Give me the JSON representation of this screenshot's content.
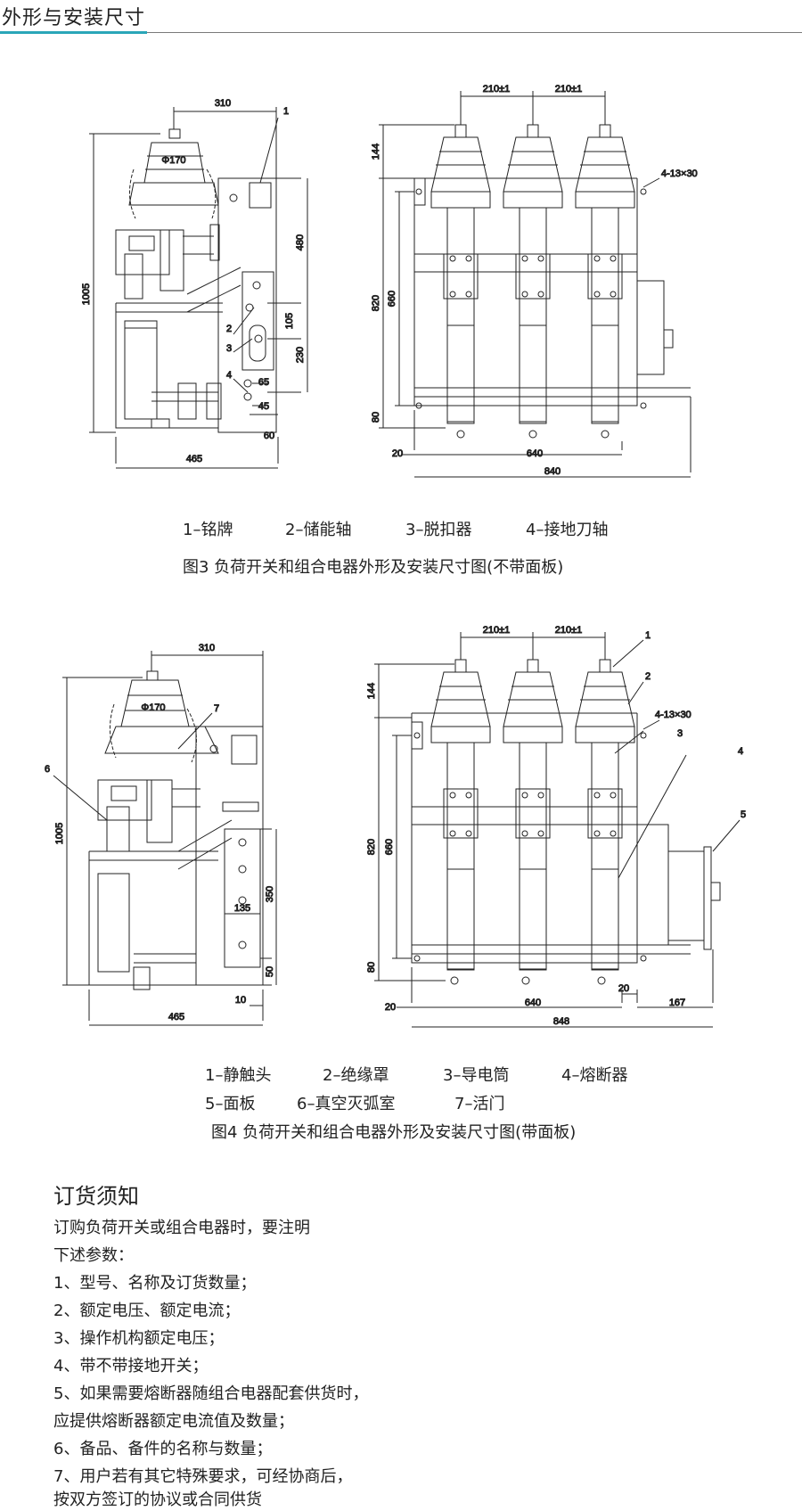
{
  "header": {
    "title": "外形与安装尺寸"
  },
  "fig3": {
    "side": {
      "w310": "310",
      "phi": "Φ170",
      "h1005": "1005",
      "h480": "480",
      "h105": "105",
      "h230": "230",
      "w65": "65",
      "w45": "45",
      "w60": "60",
      "w465": "465",
      "c1": "1",
      "c2": "2",
      "c3": "3",
      "c4": "4"
    },
    "front": {
      "p1": "210±1",
      "p2": "210±1",
      "h144": "144",
      "h820": "820",
      "h660": "660",
      "h80": "80",
      "hole": "4-13×30",
      "w20": "20",
      "w640": "640",
      "w840": "840"
    },
    "legend": [
      "1–铭牌",
      "2–储能轴",
      "3–脱扣器",
      "4–接地刀轴"
    ],
    "caption": "图3 负荷开关和组合电器外形及安装尺寸图(不带面板)"
  },
  "fig4": {
    "side": {
      "w310": "310",
      "phi": "Φ170",
      "h1005": "1005",
      "w135": "135",
      "h350": "350",
      "h50": "50",
      "w10": "10",
      "w465": "465",
      "c6": "6",
      "c7": "7"
    },
    "front": {
      "p1": "210±1",
      "p2": "210±1",
      "h144": "144",
      "h820": "820",
      "h660": "660",
      "h80": "80",
      "hole": "4-13×30",
      "w20a": "20",
      "w20b": "20",
      "w640": "640",
      "w167": "167",
      "w848": "848",
      "c1": "1",
      "c2": "2",
      "c3": "3",
      "c4": "4",
      "c5": "5"
    },
    "legend_row1": [
      "1–静触头",
      "2–绝缘罩",
      "3–导电筒",
      "4–熔断器"
    ],
    "legend_row2": [
      "5–面板",
      "6–真空灭弧室",
      "7–活门"
    ],
    "caption": "图4 负荷开关和组合电器外形及安装尺寸图(带面板)"
  },
  "notice": {
    "title": "订货须知",
    "lines": [
      "订购负荷开关或组合电器时，要注明",
      "下述参数：",
      "1、型号、名称及订货数量；",
      "2、额定电压、额定电流；",
      "3、操作机构额定电压；",
      "4、带不带接地开关；",
      "5、如果需要熔断器随组合电器配套供货时，",
      "    应提供熔断器额定电流值及数量；",
      "6、备品、备件的名称与数量；",
      "7、用户若有其它特殊要求，可经协商后，",
      "    按双方签订的协议或合同供货"
    ]
  }
}
